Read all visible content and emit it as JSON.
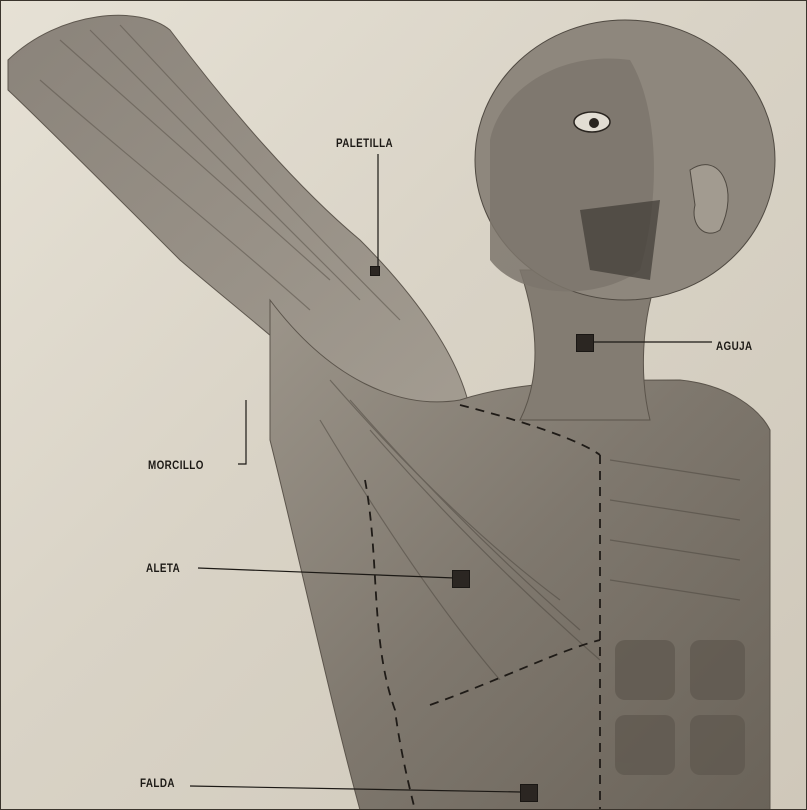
{
  "image": {
    "subject": "musculatura",
    "labels": {
      "paletilla": "PALETILLA",
      "aguja": "AGUJA",
      "morcillo": "MORCILLO",
      "aleta": "ALETA",
      "falda": "FALDA"
    },
    "colors": {
      "paper": "#ddd7ca",
      "muscle": "#8e877d",
      "muscle_dark": "#5a534b",
      "ink": "#1c1915"
    }
  }
}
